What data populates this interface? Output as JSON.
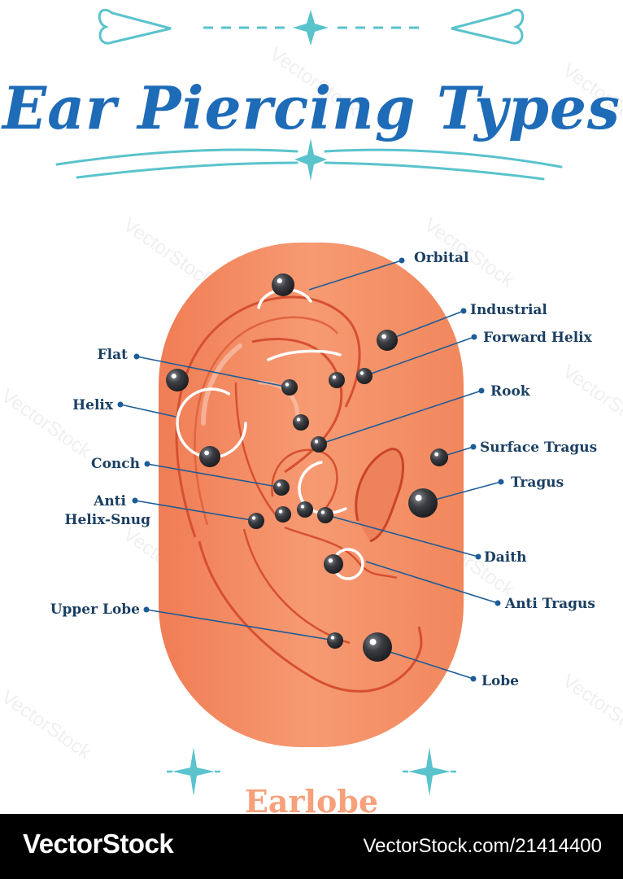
{
  "title": "Ear Piercing Types",
  "bottom_label": "Earlobe",
  "watermark": "VectorStock",
  "footer": {
    "brand": "VectorStock",
    "image_id": "VectorStock.com/21414400"
  },
  "colors": {
    "title": "#1e6bb8",
    "ornament": "#5ac3cc",
    "skin": "#f3926a",
    "skin_dark": "#d65030",
    "label": "#1b3f63",
    "leader": "#1d5c97",
    "jewelry": "#3a3c40",
    "earlobe_label": "#f7a07a"
  },
  "labels": {
    "orbital": "Orbital",
    "industrial": "Industrial",
    "forward_helix": "Forward Helix",
    "rook": "Rook",
    "surface_tragus": "Surface Tragus",
    "tragus": "Tragus",
    "daith": "Daith",
    "anti_tragus": "Anti Tragus",
    "lobe": "Lobe",
    "flat": "Flat",
    "helix": "Helix",
    "conch": "Conch",
    "anti_helix_snug_1": "Anti",
    "anti_helix_snug_2": "Helix-Snug",
    "upper_lobe": "Upper Lobe"
  }
}
